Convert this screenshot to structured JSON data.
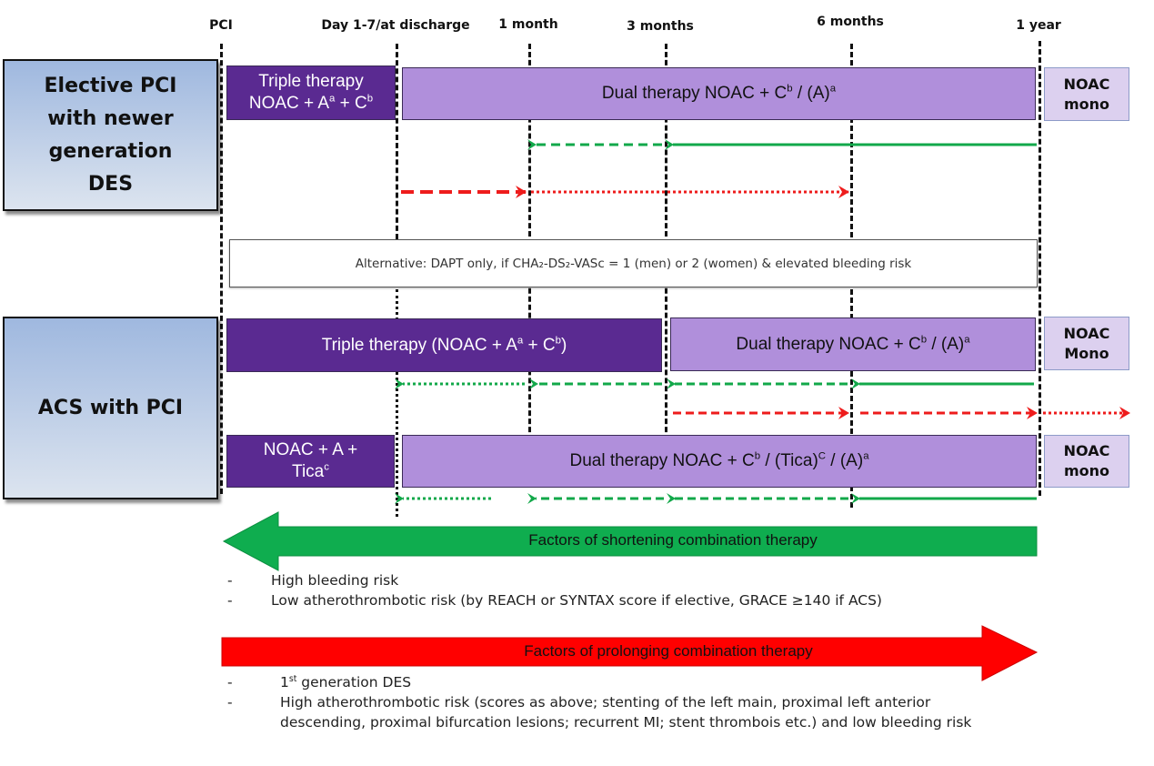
{
  "timeline": {
    "labels": [
      "PCI",
      "Day 1-7/at discharge",
      "1 month",
      "3 months",
      "6 months",
      "1 year"
    ]
  },
  "elective": {
    "category": "Elective PCI with newer generation DES",
    "triple": {
      "line1": "Triple therapy",
      "line2_prefix": "NOAC + A",
      "sup_a": "a",
      "mid": " + C",
      "sup_b": "b"
    },
    "dual": {
      "prefix": "Dual therapy NOAC + C",
      "sup_b": "b",
      "mid": " / (A)",
      "sup_a": "a"
    },
    "mono": {
      "line1": "NOAC",
      "line2": "mono"
    }
  },
  "alternative": {
    "text": "Alternative: DAPT only, if CHA₂-DS₂-VASc = 1 (men) or 2 (women) & elevated bleeding risk"
  },
  "acs": {
    "category": "ACS with PCI",
    "triple": {
      "prefix": "Triple therapy (NOAC + A",
      "sup_a": "a",
      "mid": " + C",
      "sup_b": "b",
      "suffix": ")"
    },
    "dual": {
      "prefix": "Dual therapy NOAC + C",
      "sup_b": "b",
      "mid": " / (A)",
      "sup_a": "a"
    },
    "mono1": {
      "line1": "NOAC",
      "line2": "Mono"
    },
    "tica": {
      "line1": "NOAC + A +",
      "line2": "Tica",
      "sup_c": "c"
    },
    "dual2": {
      "prefix": "Dual therapy NOAC + C",
      "sup_b": "b",
      "mid": " / (Tica)",
      "sup_C": "C",
      "mid2": " / (A)",
      "sup_a": "a"
    },
    "mono2": {
      "line1": "NOAC",
      "line2": "mono"
    }
  },
  "shortening": {
    "label": "Factors of shortening combination therapy",
    "color": "#0fad4f",
    "bullets": [
      "High bleeding risk",
      "Low atherothrombotic risk (by REACH or SYNTAX score if elective, GRACE ≥140 if ACS)"
    ]
  },
  "prolonging": {
    "label": "Factors of prolonging combination therapy",
    "color": "#ff0000",
    "bullets": [
      {
        "pre": "1",
        "sup": "st",
        "post": " generation DES"
      },
      {
        "text": "High atherothrombotic risk (scores as above; stenting of the left main, proximal left anterior descending, proximal bifurcation lesions; recurrent MI; stent thrombois etc.) and low bleeding risk"
      }
    ]
  },
  "colors": {
    "triple": "#5a2a91",
    "dual": "#b08fdb",
    "mono": "#dcd0ef",
    "green_arrow": "#12a84a",
    "red_arrow": "#ee1c1c"
  }
}
